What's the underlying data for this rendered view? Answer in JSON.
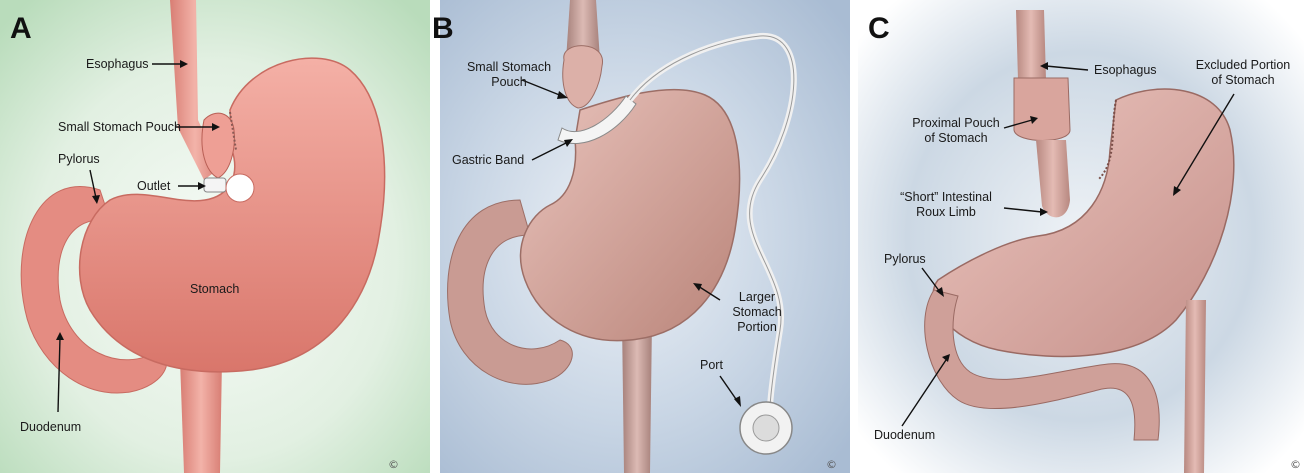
{
  "panels": [
    {
      "letter": "A",
      "labels": {
        "esophagus": "Esophagus",
        "small_stomach_pouch": "Small Stomach Pouch",
        "pylorus": "Pylorus",
        "outlet": "Outlet",
        "stomach": "Stomach",
        "duodenum": "Duodenum"
      },
      "copyright": "©"
    },
    {
      "letter": "B",
      "labels": {
        "small_stomach_pouch_1": "Small Stomach",
        "small_stomach_pouch_2": "Pouch",
        "gastric_band": "Gastric Band",
        "larger_stomach_1": "Larger",
        "larger_stomach_2": "Stomach",
        "larger_stomach_3": "Portion",
        "port": "Port"
      },
      "copyright": "©"
    },
    {
      "letter": "C",
      "labels": {
        "esophagus": "Esophagus",
        "excluded_1": "Excluded Portion",
        "excluded_2": "of Stomach",
        "proximal_1": "Proximal Pouch",
        "proximal_2": "of Stomach",
        "roux_1": "“Short” Intestinal",
        "roux_2": "Roux Limb",
        "pylorus": "Pylorus",
        "duodenum": "Duodenum"
      },
      "copyright": "©"
    }
  ],
  "colors": {
    "panel_a_bg": "#cfe6cf",
    "panel_b_bg": "#b6c8dc",
    "panel_c_bg": "#c6d2de",
    "stomach_a": "#e9938a",
    "stomach_bc": "#d7a199",
    "band": "#f2f2f2"
  }
}
